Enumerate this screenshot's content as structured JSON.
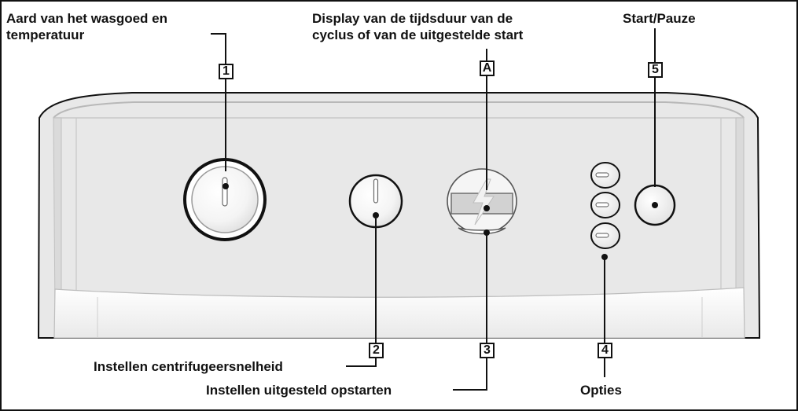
{
  "labels": {
    "fabric_temp": [
      "Aard van het wasgoed en",
      "temperatuur"
    ],
    "display": [
      "Display van de tijdsduur van de",
      "cyclus of van de uitgestelde start"
    ],
    "start_pause": "Start/Pauze",
    "spin_speed": "Instellen centrifugeersnelheid",
    "delayed_start": "Instellen uitgesteld opstarten",
    "options": "Opties"
  },
  "callouts": {
    "programme_knob": "1",
    "display": "A",
    "start_pause": "5",
    "spin_knob": "2",
    "delay_button": "3",
    "options": "4"
  },
  "icons": {
    "display_symbol": "lightning-bolt-icon"
  },
  "colors": {
    "panel_face": "#e7e7e7",
    "panel_border": "#111111",
    "label_text": "#111111",
    "lightning_symbol": "#f2f2f2"
  }
}
